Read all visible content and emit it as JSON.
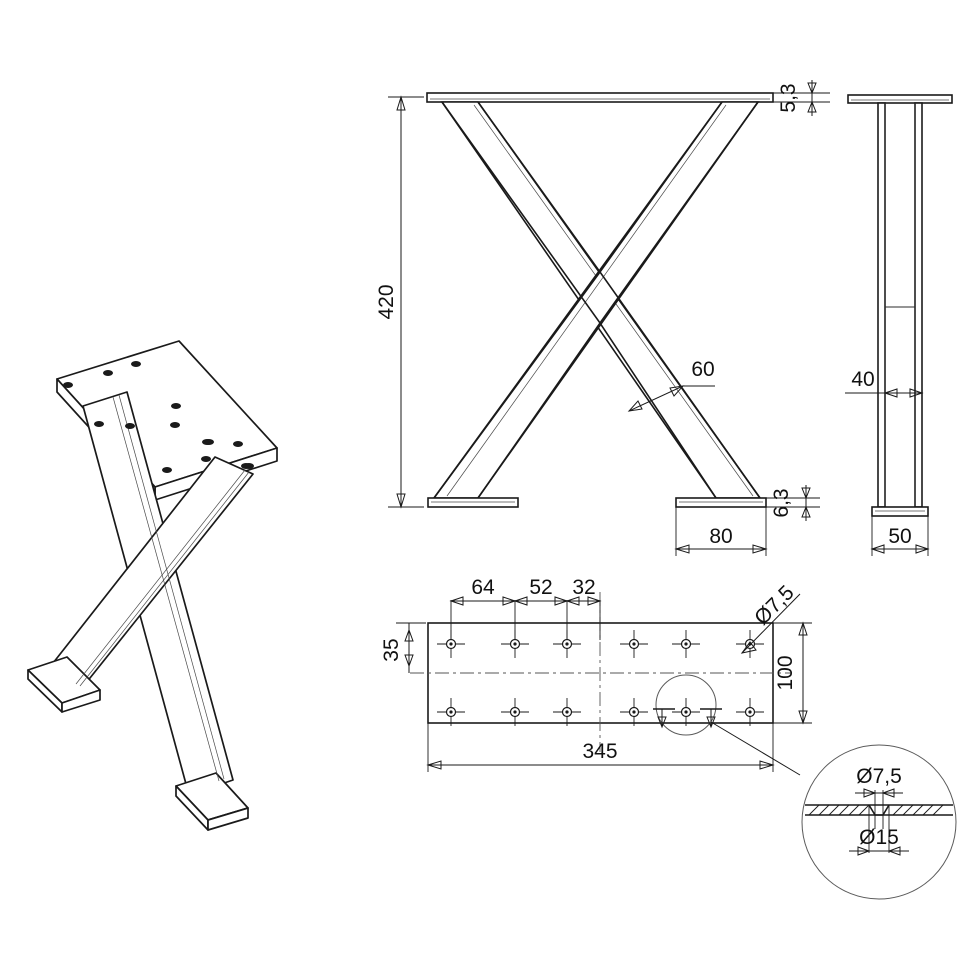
{
  "drawing": {
    "title": "X-frame table leg technical drawing",
    "units": "mm",
    "decimal_separator": "comma",
    "line_color": "#1a1a1a",
    "background_color": "#ffffff",
    "views": {
      "isometric": {
        "name": "3D isometric view",
        "label": ""
      },
      "front_elevation": {
        "name": "Front elevation of X leg frame"
      },
      "side_elevation": {
        "name": "Side elevation of X leg frame"
      },
      "top_plate": {
        "name": "Top mounting plate plan view"
      },
      "detail": {
        "name": "Countersunk hole detail"
      }
    }
  },
  "dimensions": {
    "height_420": "420",
    "top_plate_thickness_5_3": "5,3",
    "brace_width_60": "60",
    "foot_plate_thickness_6_3": "6,3",
    "foot_plate_width_80": "80",
    "profile_width_40": "40",
    "side_foot_width_50": "50",
    "hole_pitch_64": "64",
    "hole_pitch_52": "52",
    "hole_pitch_32": "32",
    "edge_offset_35": "35",
    "plate_width_100": "100",
    "plate_length_345": "345",
    "hole_dia_7_5": "Ø7,5",
    "detail_hole_dia_7_5": "Ø7,5",
    "detail_counterbore_dia_15": "Ø15"
  },
  "plate": {
    "hole_count_total": 12,
    "rows": 2,
    "holes_per_row": 6,
    "hole_diameter": "7,5",
    "counterbore_diameter": "15"
  }
}
